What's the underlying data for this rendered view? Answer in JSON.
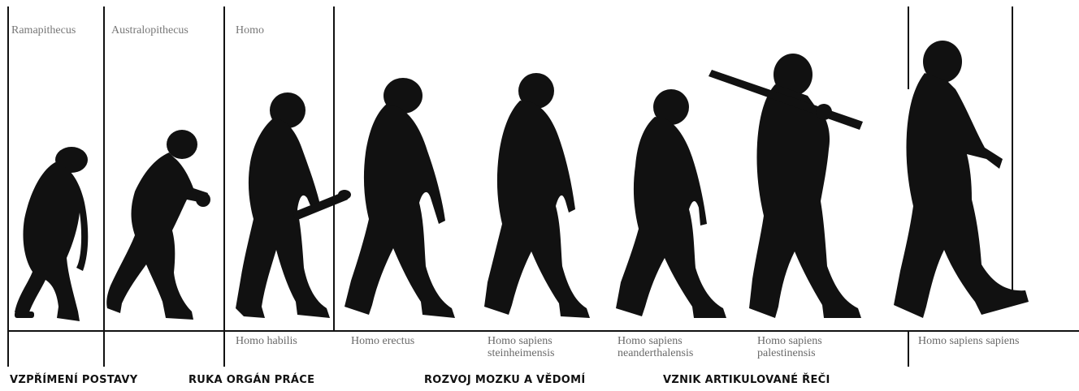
{
  "headers": [
    "Ramapithecus",
    "Australopithecus",
    "Homo"
  ],
  "species": [
    {
      "line1": "Homo  habilis",
      "line2": ""
    },
    {
      "line1": "Homo  erectus",
      "line2": ""
    },
    {
      "line1": "Homo sapiens",
      "line2": "steinheimensis"
    },
    {
      "line1": "Homo sapiens",
      "line2": "neanderthalensis"
    },
    {
      "line1": "Homo sapiens",
      "line2": "palestinensis"
    },
    {
      "line1": "Homo sapiens sapiens",
      "line2": ""
    }
  ],
  "stages": [
    "VZPŘÍMENÍ POSTAVY",
    "RUKA ORGÁN PRÁCE",
    "ROZVOJ MOZKU A VĚDOMÍ",
    "VZNIK ARTIKULOVANÉ ŘEČI"
  ],
  "colors": {
    "line": "#111111",
    "figure": "#111111",
    "label": "#6a6a6a"
  }
}
